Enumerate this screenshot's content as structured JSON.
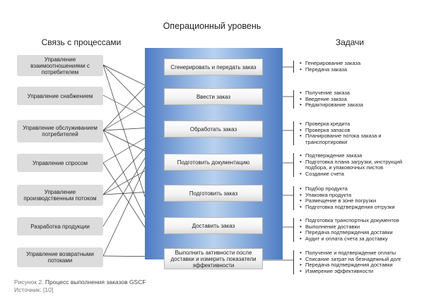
{
  "title": "Операционный уровень",
  "left_heading": "Связь с процессами",
  "right_heading": "Задачи",
  "processes": [
    "Управление взаимоотношениями с потребителем",
    "Управление снабжением",
    "Управление обслуживанием потребителей",
    "Управление спросом",
    "Управление производственным потоком",
    "Разработка продукции",
    "Управление возвратными потоками"
  ],
  "steps": [
    "Сгенерировать и передать заказ",
    "Ввести заказ",
    "Обработать заказ",
    "Подготовить документацию",
    "Подготовить заказ",
    "Доставить заказ",
    "Выполнить активности после доставки и измерить показатели эффективности"
  ],
  "tasks": [
    [
      "Генерирование заказа",
      "Передача заказа"
    ],
    [
      "Получение заказа",
      "Введение заказа",
      "Редактирование заказа"
    ],
    [
      "Проверка кредита",
      "Проверка запасов",
      "Планирование потока заказа и транспортировки"
    ],
    [
      "Подтверждение заказа",
      "Подготовка плана загрузки, инструкций подбора, и упаковочных листов",
      "Создание счета"
    ],
    [
      "Подбор продукта",
      "Упаковка продукта",
      "Размещение в зоне погрузки",
      "Подготовка подтверждения отгрузки"
    ],
    [
      "Подготовка транспортных документов",
      "Выполнение доставки",
      "Передача подтверждения доставки",
      "Аудит и оплата счета за доставку"
    ],
    [
      "Получение и подтверждение оплаты",
      "Списание затрат на безнадежный долг",
      "Передача подтверждения доставки",
      "Измерение эффективности"
    ]
  ],
  "caption": {
    "prefix": "Рисунок 2.",
    "text": "Процесс выполнения заказов GSCF",
    "source": "Источник: [10]"
  },
  "colors": {
    "panel_dark": "#4f7bc3",
    "panel_light": "#b9d1ee",
    "arrow": "#1f4f9e",
    "process_box": "#dcdcdc"
  }
}
